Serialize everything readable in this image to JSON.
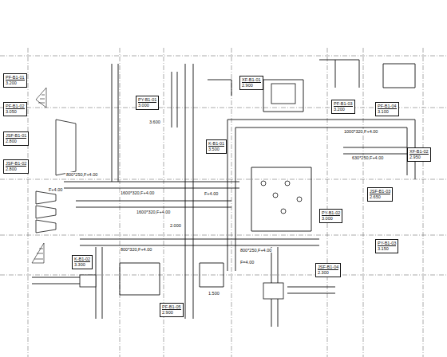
{
  "diagram": {
    "nodes": [
      {
        "text": [
          "PF-B1-01",
          "3.200"
        ]
      },
      {
        "text": [
          "PF-B1-02",
          "3.050"
        ]
      },
      {
        "text": [
          "JSF-B1-01",
          "2.800"
        ]
      },
      {
        "text": [
          "JSF-B1-02",
          "2.800"
        ]
      },
      {
        "text": [
          "PY-B1-01",
          "3.000"
        ]
      },
      {
        "text": [
          "XF-B1-01",
          "2.900"
        ]
      },
      {
        "text": [
          "K-B1-01",
          "3.500"
        ]
      },
      {
        "text": [
          "PF-B1-03",
          "3.200"
        ]
      },
      {
        "text": [
          "PF-B1-04",
          "3.100"
        ]
      },
      {
        "text": [
          "JSF-B1-03",
          "2.650"
        ]
      },
      {
        "text": [
          "PY-B1-02",
          "3.000"
        ]
      },
      {
        "text": [
          "XF-B1-02",
          "2.950"
        ]
      },
      {
        "text": [
          "K-B1-02",
          "3.300"
        ]
      },
      {
        "text": [
          "PF-B1-05",
          "2.900"
        ]
      },
      {
        "text": [
          "JSF-B1-04",
          "2.300"
        ]
      },
      {
        "text": [
          "PY-B1-03",
          "3.150"
        ]
      }
    ],
    "labels": [
      "800*250,F+4.00",
      "1600*320,F+4.00",
      "1600*320,F+4.00",
      "800*250,F+4.00",
      "1000*320,F+4.00",
      "630*250,F+4.00",
      "800*320,F+4.00",
      "F+4.00",
      "F+4.00",
      "3.600",
      "2.000",
      "1.500",
      "F=4.00"
    ]
  }
}
